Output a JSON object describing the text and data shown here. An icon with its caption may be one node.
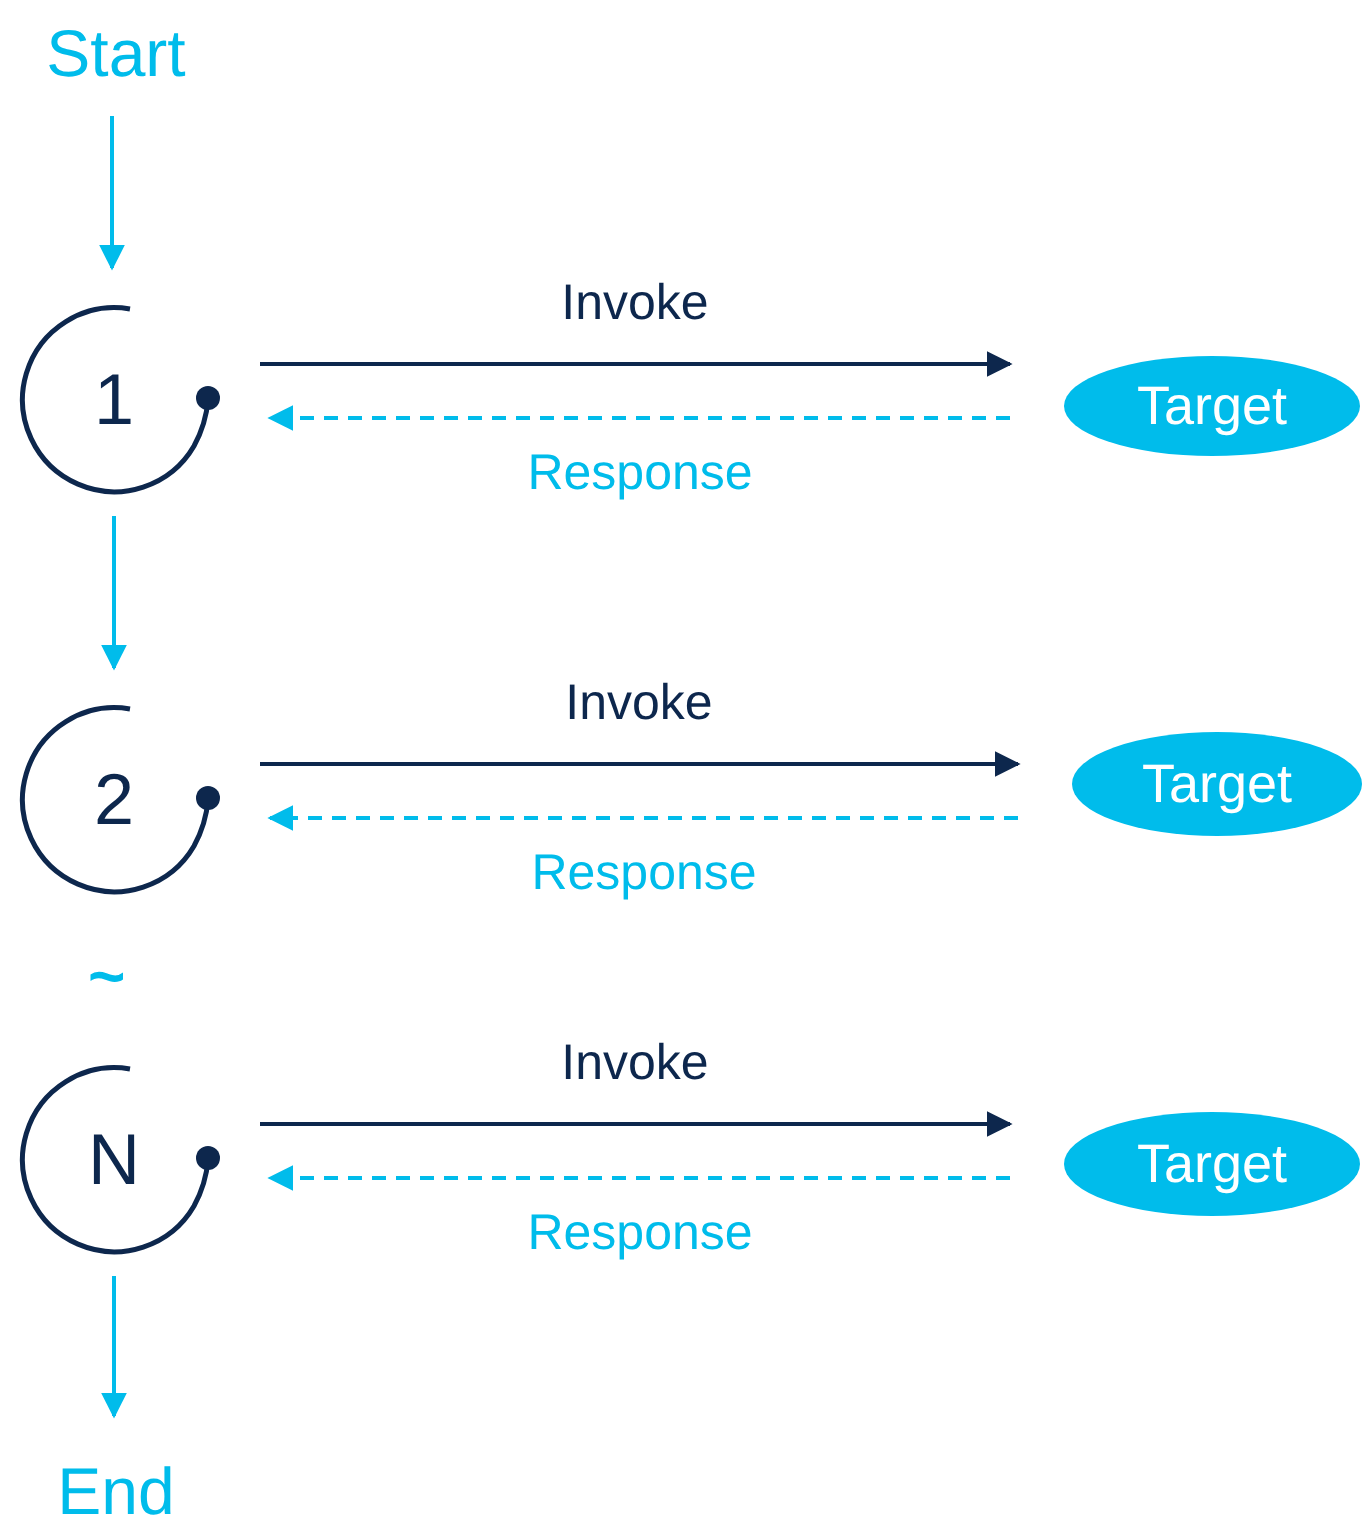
{
  "diagram": {
    "nodes": [
      {
        "text": [
          "Start"
        ]
      },
      {
        "text": [
          "1"
        ]
      },
      {
        "text": [
          "Target"
        ]
      },
      {
        "text": [
          "2"
        ]
      },
      {
        "text": [
          "Target"
        ]
      },
      {
        "text": [
          "N"
        ]
      },
      {
        "text": [
          "Target"
        ]
      },
      {
        "text": [
          "End"
        ]
      }
    ],
    "edges": [
      {
        "from": 0,
        "to": 1,
        "arrow": "to"
      },
      {
        "from": 1,
        "to": 2,
        "arrow": "to",
        "label": "Invoke",
        "color": "#0d274d"
      },
      {
        "from": 2,
        "to": 1,
        "arrow": "to",
        "label": "Response",
        "style": "dashed"
      },
      {
        "from": 1,
        "to": 3,
        "arrow": "to"
      },
      {
        "from": 3,
        "to": 4,
        "arrow": "to",
        "label": "Invoke",
        "color": "#0d274d"
      },
      {
        "from": 4,
        "to": 3,
        "arrow": "to",
        "label": "Response",
        "style": "dashed"
      },
      {
        "from": 5,
        "to": 6,
        "arrow": "to",
        "label": "Invoke",
        "color": "#0d274d"
      },
      {
        "from": 6,
        "to": 5,
        "arrow": "to",
        "label": "Response",
        "style": "dashed"
      },
      {
        "from": 5,
        "to": 7,
        "arrow": "to"
      }
    ],
    "labels": [
      "~"
    ]
  }
}
